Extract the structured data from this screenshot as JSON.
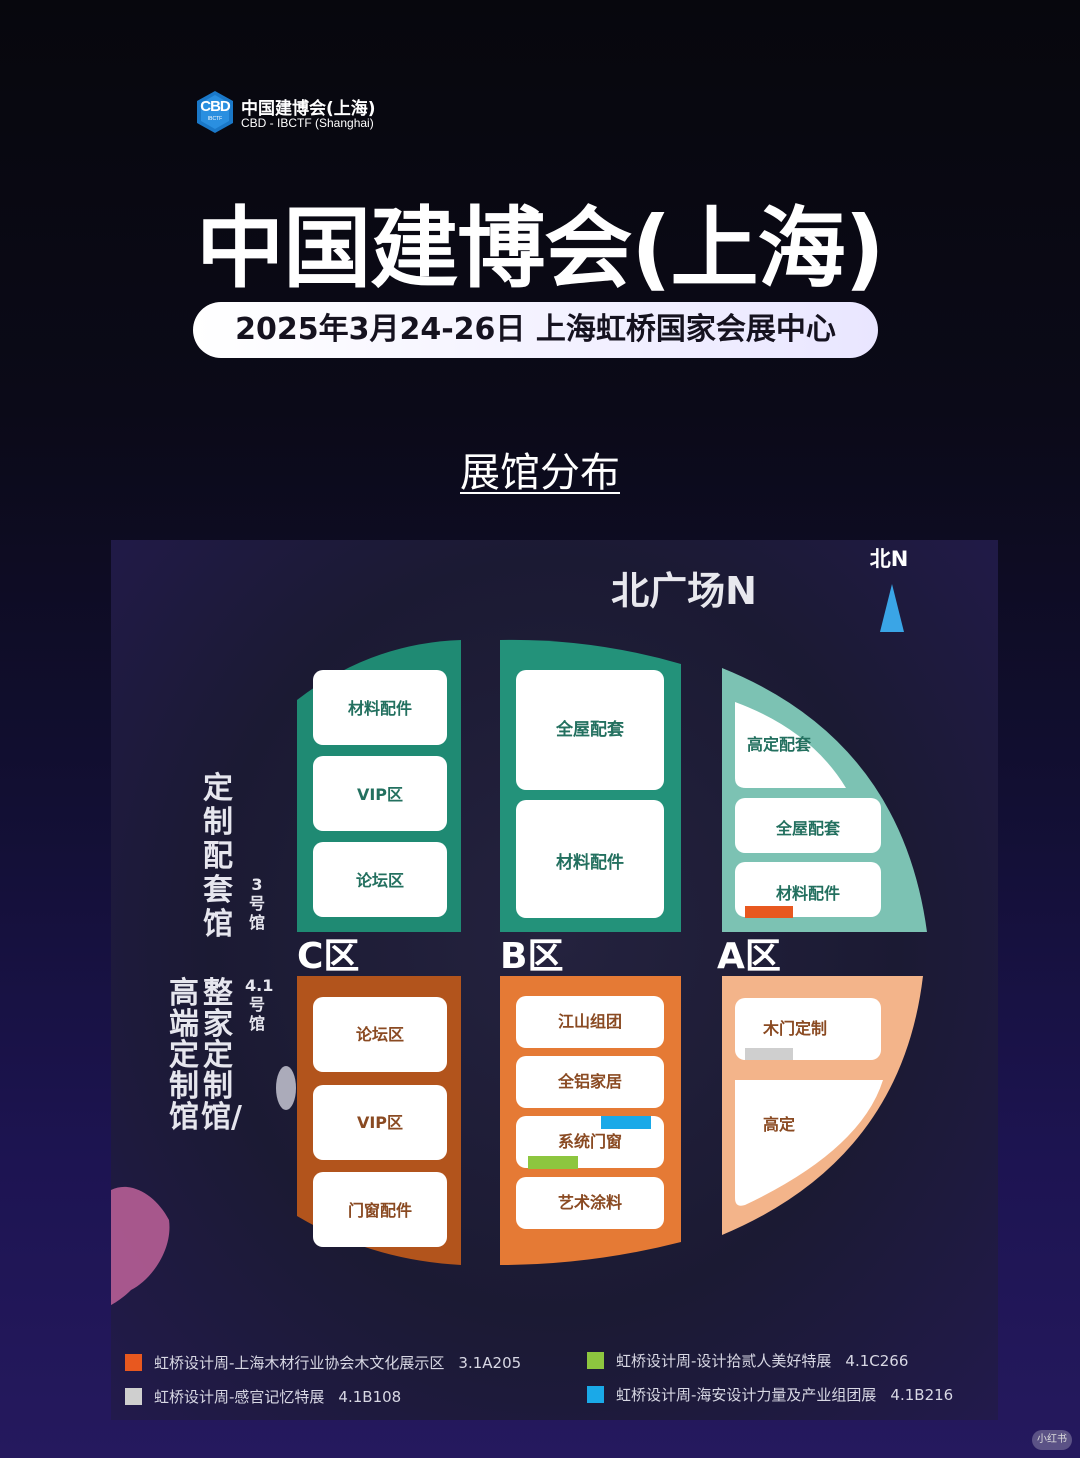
{
  "logo": {
    "mark": "CBD",
    "mark_sub": "IBCTF",
    "name_cn": "中国建博会(上海)",
    "name_en": "CBD - IBCTF (Shanghai)"
  },
  "title": "中国建博会(上海)",
  "date_venue": "2025年3月24-26日 上海虹桥国家会展中心",
  "section_title": "展馆分布",
  "map": {
    "north_plaza": "北广场N",
    "compass": "北N",
    "zones": {
      "c": "C区",
      "b": "B区",
      "a": "A区"
    },
    "hall_labels": {
      "custom_hall_name": "定制配套馆",
      "custom_hall_number": "3号馆",
      "whole_home_hall_name": "整家定制馆/",
      "high_end_hall_name": "高端定制馆",
      "whole_home_hall_number": "4.1号馆"
    },
    "c_north": [
      "材料配件",
      "VIP区",
      "论坛区"
    ],
    "b_north": [
      "全屋配套",
      "材料配件"
    ],
    "a_north": [
      "高定配套",
      "全屋配套",
      "材料配件"
    ],
    "c_south": [
      "论坛区",
      "VIP区",
      "门窗配件"
    ],
    "b_south": [
      "江山组团",
      "全铝家居",
      "系统门窗",
      "艺术涂料"
    ],
    "a_south": [
      "木门定制",
      "高定"
    ],
    "colors": {
      "teal": "#1f8a73",
      "light_teal": "#7cc2b3",
      "brown": "#b2541c",
      "orange": "#e57a35",
      "peach": "#f3b48a"
    }
  },
  "legend": [
    {
      "color": "#e8581f",
      "label": "虹桥设计周-上海木材行业协会木文化展示区",
      "code": "3.1A205"
    },
    {
      "color": "#8dc63f",
      "label": "虹桥设计周-设计拾贰人美好特展",
      "code": "4.1C266"
    },
    {
      "color": "#cfcfcf",
      "label": "虹桥设计周-感官记忆特展",
      "code": "4.1B108"
    },
    {
      "color": "#1aa9e8",
      "label": "虹桥设计周-海安设计力量及产业组团展",
      "code": "4.1B216"
    }
  ],
  "watermark": "小红书"
}
